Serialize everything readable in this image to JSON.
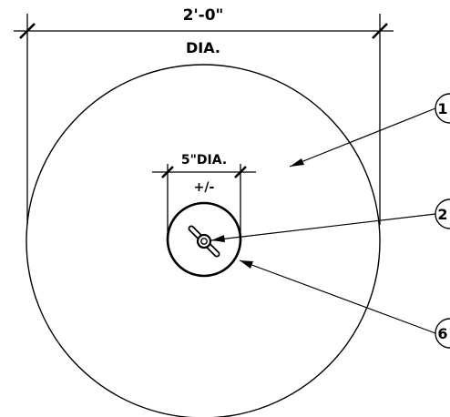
{
  "dimensions": {
    "overall_diameter": {
      "value": "2'-0\"",
      "note": "DIA."
    },
    "inner_diameter": {
      "value": "5\"DIA.",
      "tolerance": "+/-"
    }
  },
  "callouts": [
    {
      "id": "callout-1",
      "label": "1"
    },
    {
      "id": "callout-2",
      "label": "2"
    },
    {
      "id": "callout-6",
      "label": "6"
    }
  ],
  "colors": {
    "ink": "#000000",
    "background": "#ffffff"
  }
}
